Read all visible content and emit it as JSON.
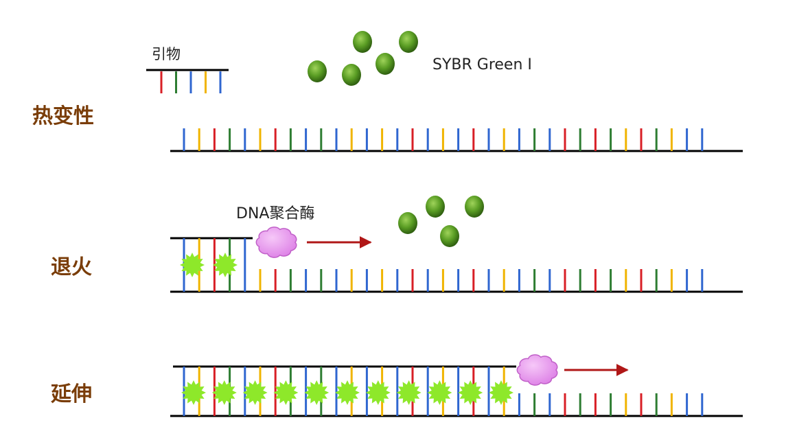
{
  "labels": {
    "primer": "引物",
    "sybr": "SYBR Green I",
    "polymerase": "DNA聚合酶"
  },
  "steps": {
    "denature": "热变性",
    "anneal": "退火",
    "extend": "延伸"
  },
  "colors": {
    "base_sequence": [
      "blue",
      "yellow",
      "red",
      "green",
      "blue",
      "yellow",
      "red",
      "green",
      "blue",
      "green",
      "blue",
      "yellow",
      "blue",
      "yellow",
      "blue",
      "red",
      "blue",
      "yellow",
      "blue",
      "red",
      "blue",
      "yellow",
      "blue",
      "green",
      "blue",
      "red",
      "green",
      "red",
      "green",
      "yellow",
      "red",
      "green",
      "yellow",
      "blue",
      "blue"
    ],
    "palette": {
      "blue": "#2f66d0",
      "yellow": "#f0b400",
      "red": "#d81f26",
      "green": "#2e7d32"
    },
    "primer_bases": [
      "red",
      "green",
      "blue",
      "yellow",
      "blue"
    ],
    "sybr_dye": "#4f8f1c",
    "bound_dye": "#8ee82a",
    "polymerase": "#e89af0",
    "arrow": "#b01717",
    "strand": "#000000",
    "step_label": "#7a3d08"
  }
}
